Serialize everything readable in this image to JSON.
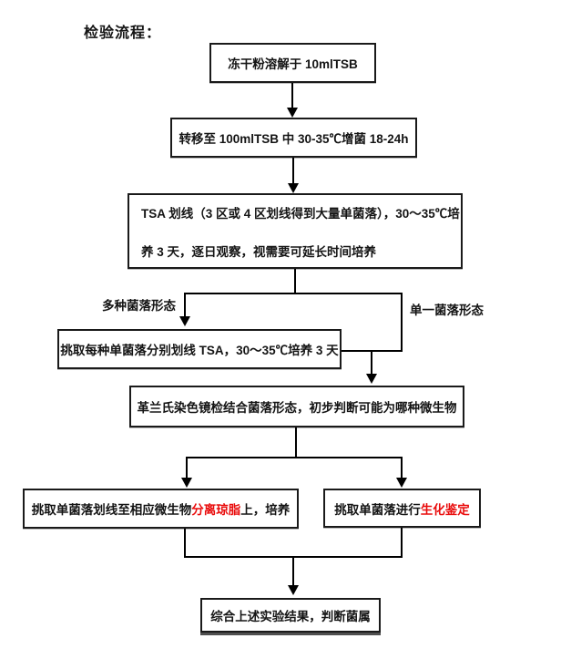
{
  "title": "检验流程：",
  "colors": {
    "text": "#141414",
    "highlight_red": "#e90c0c",
    "line": "#000000",
    "background": "#ffffff"
  },
  "branch_labels": {
    "multiple": "多种菌落形态",
    "single": "单一菌落形态"
  },
  "nodes": {
    "dissolve": {
      "label": "冻干粉溶解于 10mlTSB"
    },
    "enrich": {
      "label": "转移至 100mlTSB 中 30-35℃增菌 18-24h"
    },
    "tsa_streak": {
      "label": "TSA 划线（3 区或 4 区划线得到大量单菌落），30～35℃培养 3 天，逐日观察，视需要可延长时间培养",
      "lines": [
        "TSA 划线（3 区或 4 区划线得到大量单菌落），30～35℃培",
        "养 3 天，逐日观察，视需要可延长时间培养"
      ]
    },
    "pick_each": {
      "label": "挑取每种单菌落分别划线 TSA，30～35℃培养 3 天"
    },
    "gram_stain": {
      "label": "革兰氏染色镜检结合菌落形态，初步判断可能为哪种微生物"
    },
    "isolate_agar": {
      "pre": "挑取单菌落划线至相应微生物",
      "highlight": "分离琼脂",
      "post": "上，培养"
    },
    "biochem": {
      "pre": "挑取单菌落进行",
      "highlight": "生化鉴定"
    },
    "conclusion": {
      "label": "综合上述实验结果，判断菌属"
    }
  }
}
